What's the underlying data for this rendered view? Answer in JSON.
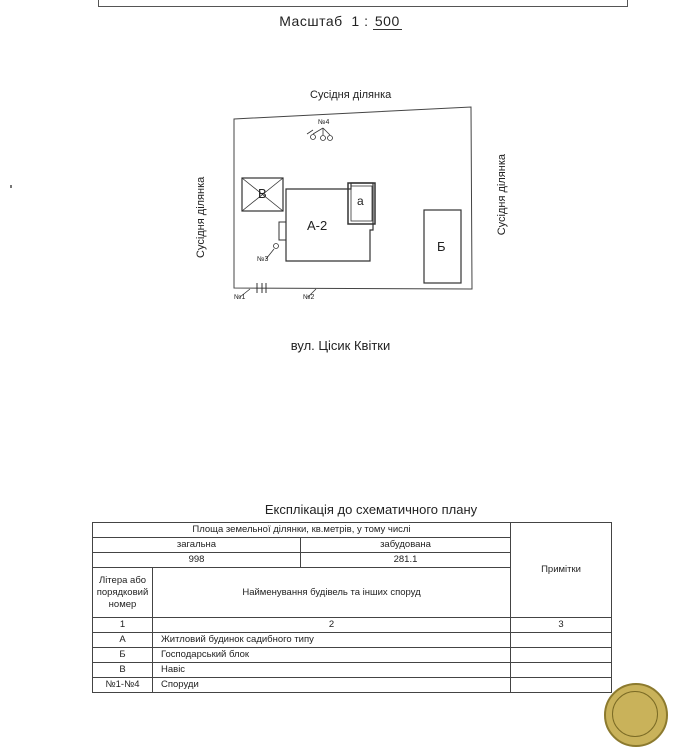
{
  "scale": {
    "label": "Масштаб",
    "prefix": "1 :",
    "value": "500"
  },
  "plan": {
    "neighbor_top": "Сусідня ділянка",
    "neighbor_left": "Сусідня ділянка",
    "neighbor_right": "Сусідня ділянка",
    "street": "вул. Цісик Квітки",
    "buildings": {
      "main": "А-2",
      "annex": "а",
      "shed": "В",
      "block": "Б"
    },
    "structures": {
      "n1": "№1",
      "n2": "№2",
      "n3": "№3",
      "n4": "№4"
    }
  },
  "explication": {
    "title": "Експлікація до схематичного плану",
    "area_header": "Площа земельної ділянки, кв.метрів, у тому числі",
    "total_label": "загальна",
    "built_label": "забудована",
    "total_value": "998",
    "built_value": "281.1",
    "notes_header": "Примітки",
    "letter_header": "Літера або порядковий номер",
    "name_header": "Найменування будівель та інших споруд",
    "col_numbers": [
      "1",
      "2",
      "3"
    ],
    "rows": [
      {
        "letter": "А",
        "name": "Житловий будинок садибного типу"
      },
      {
        "letter": "Б",
        "name": "Господарський блок"
      },
      {
        "letter": "В",
        "name": "Навіс"
      },
      {
        "letter": "№1-№4",
        "name": "Споруди"
      }
    ]
  }
}
